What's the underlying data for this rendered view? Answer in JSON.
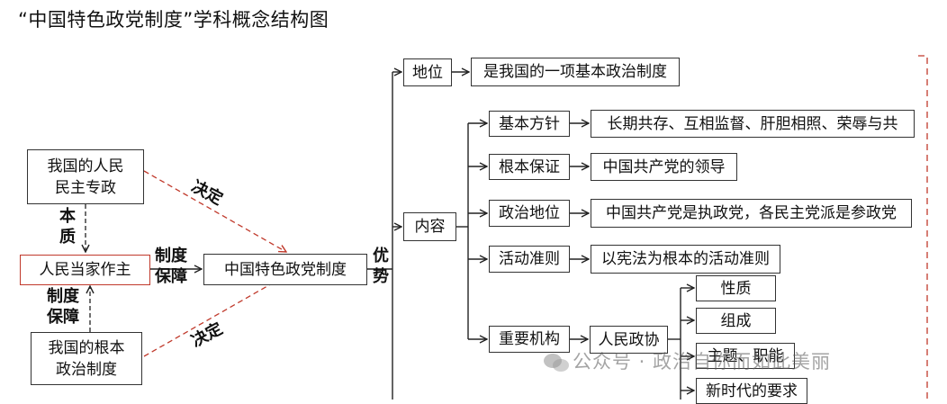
{
  "title": "“中国特色政党制度”学科概念结构图",
  "nodes": {
    "rmmz": "我国的人民\n民主专政",
    "rmdj": "人民当家作主",
    "gbzz": "我国的根本\n政治制度",
    "zgzd": "中国特色政党制度",
    "diwei": "地位",
    "diwei_desc": "是我国的一项基本政治制度",
    "neirong": "内容",
    "jbfz": "基本方针",
    "jbfz_desc": "长期共存、互相监督、肝胆相照、荣辱与共",
    "gbbz": "根本保证",
    "gbbz_desc": "中国共产党的领导",
    "zzdw": "政治地位",
    "zzdw_desc": "中国共产党是执政党，各民主党派是参政党",
    "hdzz": "活动准则",
    "hdzz_desc": "以宪法为根本的活动准则",
    "zyjg": "重要机构",
    "rmzx": "人民政协",
    "xingzhi": "性质",
    "zucheng": "组成",
    "zhuti": "主题、职能",
    "xsd": "新时代的要求"
  },
  "edge_labels": {
    "juedin_top": "决定",
    "juedin_bottom": "决定",
    "benzhi": "本\n质",
    "zdbz_up": "制度\n保障",
    "zdbz_right": "制度\n保障",
    "youshi": "优\n势"
  },
  "watermark": "公众号 · 政治自你而如此美丽"
}
